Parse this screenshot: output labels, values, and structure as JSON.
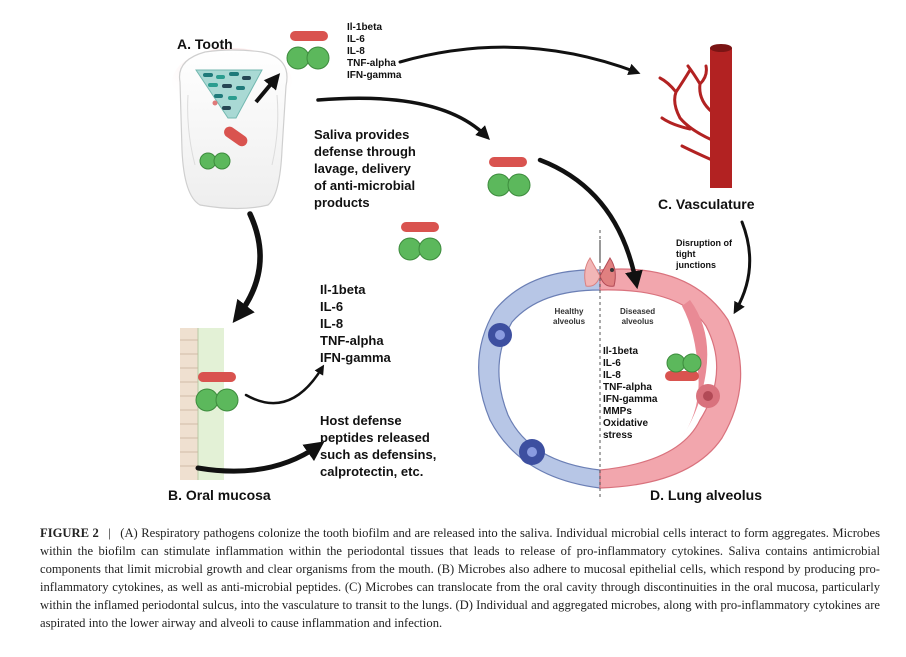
{
  "panels": {
    "tooth": "A. Tooth",
    "oral_mucosa": "B. Oral mucosa",
    "vasculature": "C. Vasculature",
    "lung_alveolus": "D. Lung alveolus"
  },
  "cytokines_top": [
    "Il-1beta",
    "IL-6",
    "IL-8",
    "TNF-alpha",
    "IFN-gamma"
  ],
  "saliva_text": [
    "Saliva provides",
    "defense through",
    "lavage, delivery",
    "of anti-microbial",
    "products"
  ],
  "cytokines_mucosa": [
    "Il-1beta",
    "IL-6",
    "IL-8",
    "TNF-alpha",
    "IFN-gamma"
  ],
  "host_defense_text": [
    "Host defense",
    "peptides released",
    "such as defensins,",
    "calprotectin, etc."
  ],
  "disruption_text": [
    "Disruption of",
    "tight",
    "junctions"
  ],
  "healthy_label": [
    "Healthy",
    "alveolus"
  ],
  "diseased_label": [
    "Diseased",
    "alveolus"
  ],
  "lung_factors": [
    "Il-1beta",
    "IL-6",
    "IL-8",
    "TNF-alpha",
    "IFN-gamma",
    "MMPs",
    "Oxidative",
    "stress"
  ],
  "caption": {
    "figure_label": "FIGURE 2",
    "separator": "|",
    "text": "(A) Respiratory pathogens colonize the tooth biofilm and are released into the saliva. Individual microbial cells interact to form aggregates. Microbes within the biofilm can stimulate inflammation within the periodontal tissues that leads to release of pro-inflammatory cytokines. Saliva contains antimicrobial components that limit microbial growth and clear organisms from the mouth. (B) Microbes also adhere to mucosal epithelial cells, which respond by producing pro-inflammatory cytokines, as well as anti-microbial peptides. (C) Microbes can translocate from the oral cavity through discontinuities in the oral mucosa, particularly within the inflamed periodontal sulcus, into the vasculature to transit to the lungs. (D) Individual and aggregated microbes, along with pro-inflammatory cytokines are aspirated into the lower airway and alveoli to cause inflammation and infection."
  },
  "colors": {
    "microbe_red": "#d9534f",
    "microbe_green": "#5cb85c",
    "vessel_red": "#b22222",
    "healthy_blue": "#b7c6e6",
    "diseased_pink": "#f2a6ad",
    "arrow_black": "#111111"
  }
}
